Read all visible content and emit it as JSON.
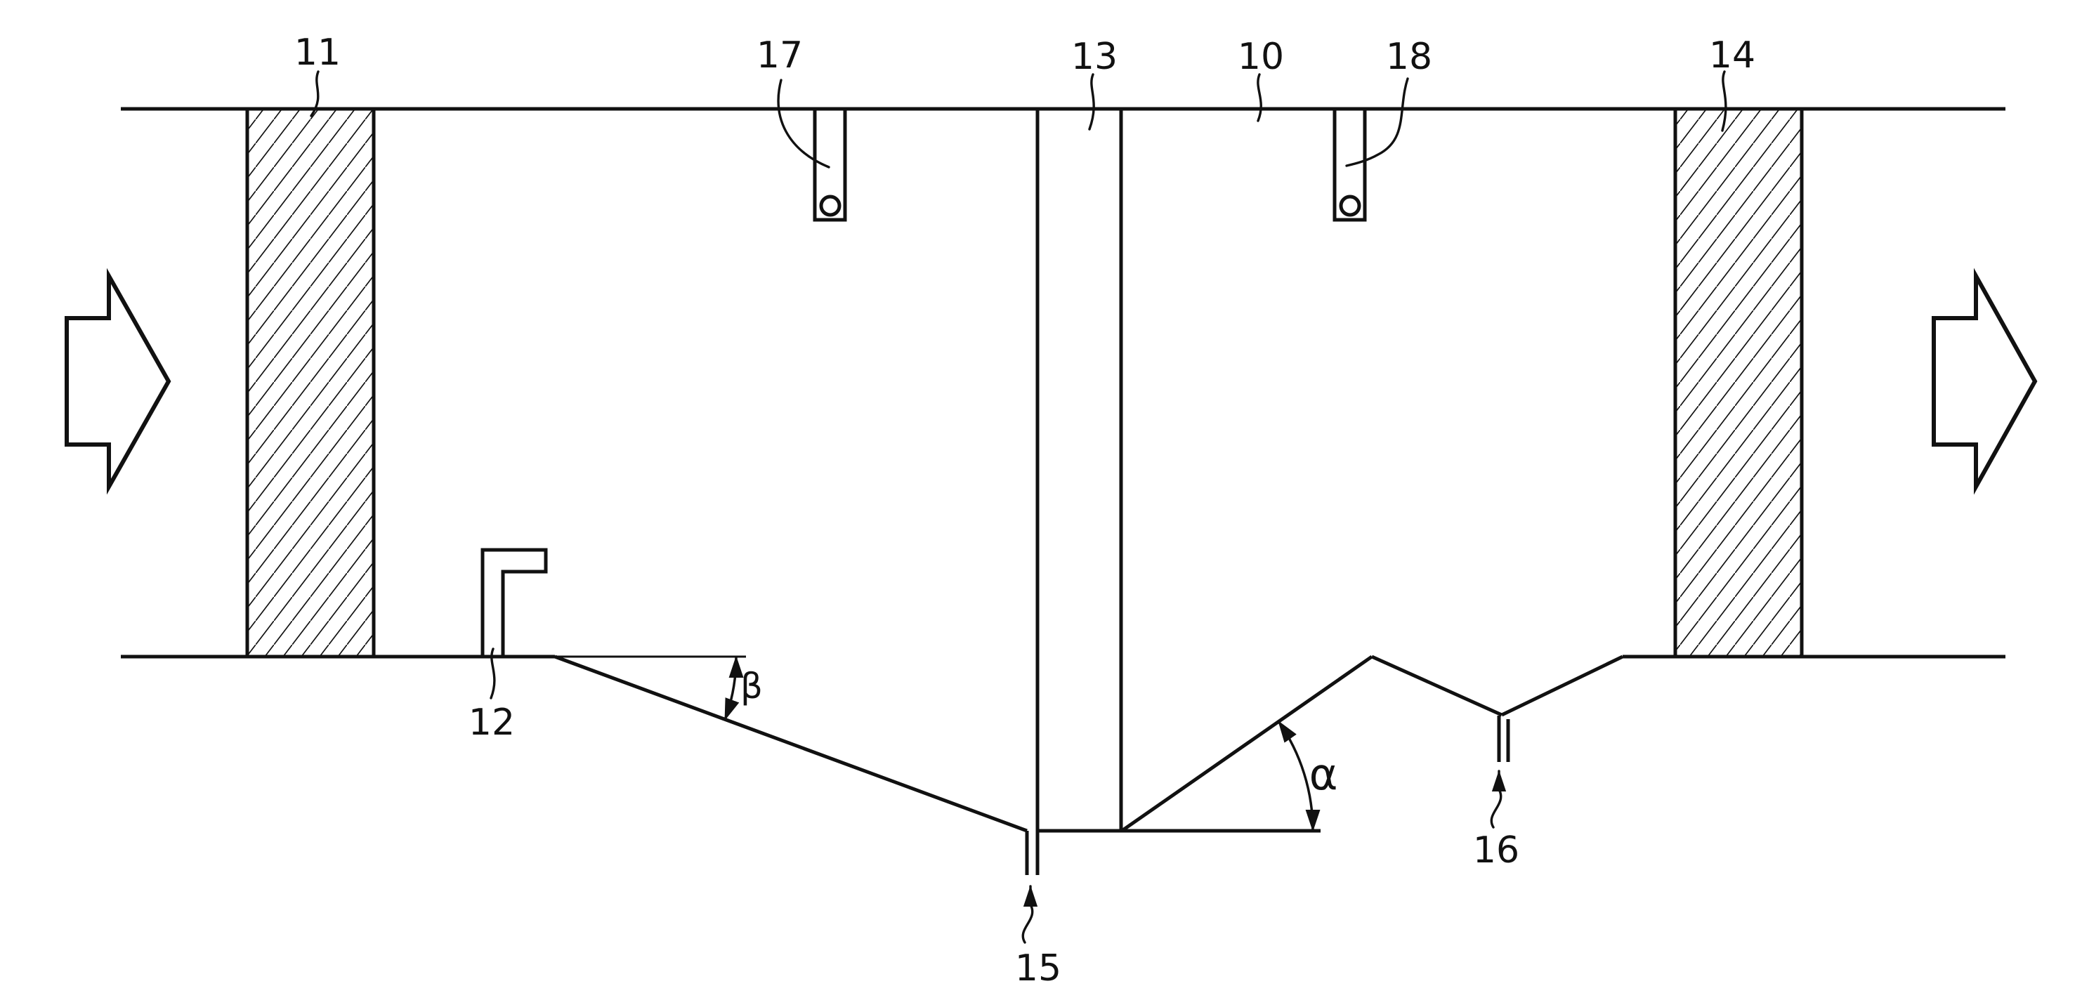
{
  "figure": {
    "description": "Patent-style cross-section diagram of a horizontal flow duct with two hatched filter blocks, a central partition, hanging sensors, sloped drain floor with angle dimensions and drain slots",
    "colors": {
      "line": "#111111",
      "background": "#ffffff"
    },
    "labels": {
      "duct": "10",
      "filter_left": "11",
      "bracket": "12",
      "partition": "13",
      "filter_right": "14",
      "drain_center": "15",
      "drain_valley": "16",
      "sensor_left": "17",
      "sensor_right": "18",
      "angle_alpha": "α",
      "angle_beta": "β"
    },
    "icons": {
      "flow_in": "block-arrow-right",
      "flow_out": "block-arrow-right"
    }
  }
}
